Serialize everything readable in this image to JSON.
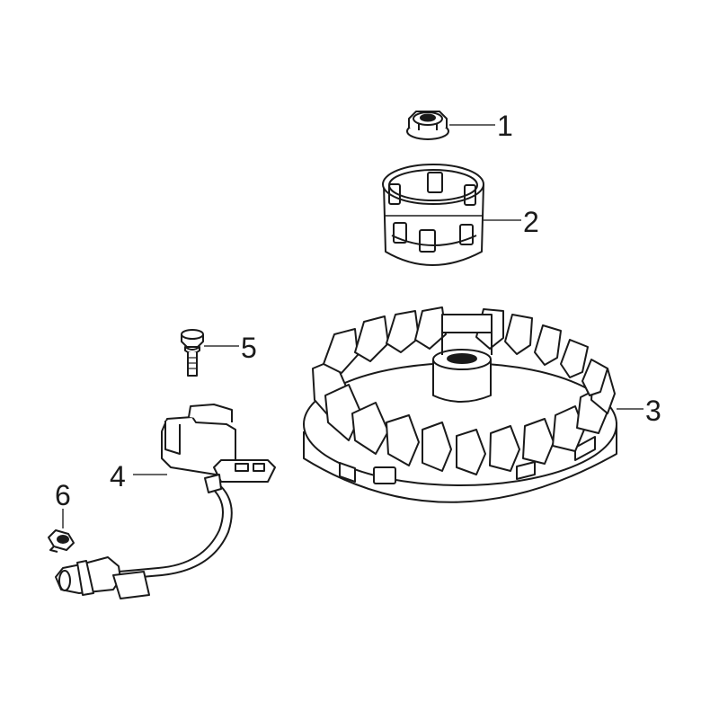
{
  "diagram": {
    "callouts": [
      {
        "number": "1",
        "part": "flange-nut"
      },
      {
        "number": "2",
        "part": "starter-cup"
      },
      {
        "number": "3",
        "part": "flywheel"
      },
      {
        "number": "4",
        "part": "ignition-coil"
      },
      {
        "number": "5",
        "part": "bolt"
      },
      {
        "number": "6",
        "part": "wire-clip"
      }
    ]
  },
  "colors": {
    "line": "#1a1a1a",
    "fill": "#ffffff",
    "leader": "#333333"
  }
}
